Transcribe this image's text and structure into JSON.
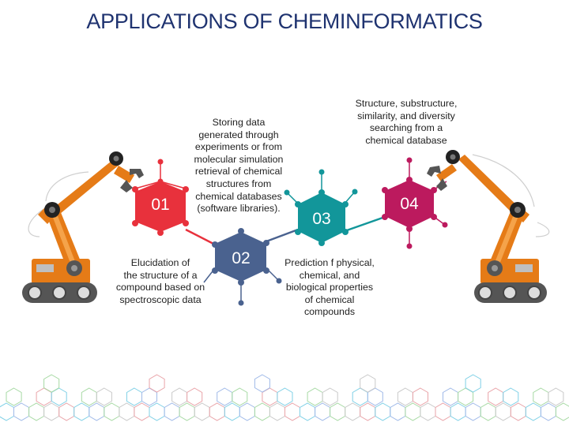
{
  "title": "APPLICATIONS OF CHEMINFORMATICS",
  "colors": {
    "title": "#1f3370",
    "hex_01": "#e8313c",
    "hex_02": "#4a628f",
    "hex_03": "#12969a",
    "hex_04": "#bc1a5e",
    "robot_orange": "#e57b17"
  },
  "steps": [
    {
      "number": "01",
      "text": "Elucidation of the structure of a compound based on spectroscopic data"
    },
    {
      "number": "02",
      "text": "Storing data generated through experiments or from molecular simulation retrieval of chemical structures from chemical databases (software libraries)."
    },
    {
      "number": "03",
      "text": "Prediction f physical, chemical, and biological properties of chemical compounds"
    },
    {
      "number": "04",
      "text": "Structure, substructure, similarity, and diversity searching from a chemical database"
    }
  ],
  "captions": {
    "c1": [
      "Elucidation of",
      "the structure of a",
      "compound based on",
      "spectroscopic data"
    ],
    "c2": [
      "Storing data",
      "generated through",
      "experiments or from",
      "molecular simulation",
      "retrieval of chemical",
      "structures from",
      "chemical databases",
      "(software libraries)."
    ],
    "c3": [
      "Prediction f physical,",
      "chemical, and",
      "biological properties",
      "of chemical",
      "compounds"
    ],
    "c4": [
      "Structure, substructure,",
      "similarity, and diversity",
      "searching from a",
      "chemical database"
    ]
  },
  "icons": [
    "robot-arm-left-icon",
    "robot-arm-right-icon",
    "molecule-pattern-icon"
  ]
}
